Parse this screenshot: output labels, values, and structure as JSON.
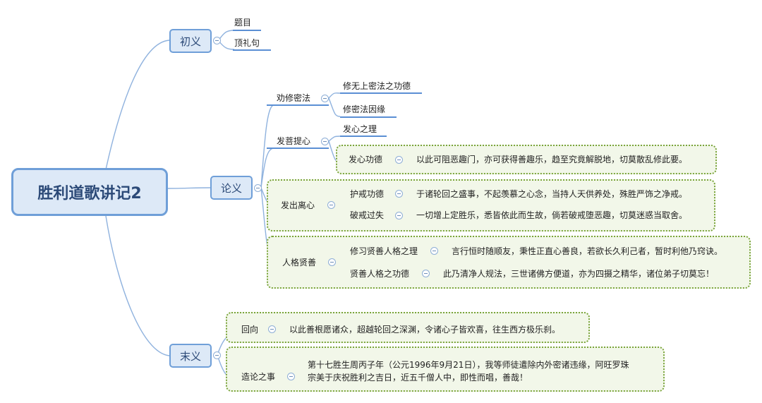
{
  "root": "胜利道歌讲记2",
  "sections": {
    "intro": {
      "label": "初义",
      "children": [
        "题目",
        "顶礼句"
      ]
    },
    "body": {
      "label": "论义",
      "groups": {
        "exhort": {
          "label": "劝修密法",
          "children": [
            "修无上密法之功德",
            "修密法因缘"
          ]
        },
        "bodhi": {
          "label": "发菩提心",
          "reason": "发心之理",
          "merit": {
            "label": "发心功德",
            "text": "以此可阻恶趣门，亦可获得善趣乐，趋至究竟解脱地，切莫散乱修此要。"
          }
        },
        "renounce": {
          "label": "发出离心",
          "items": [
            {
              "label": "护戒功德",
              "text": "于诸轮回之盛事，不起羡慕之心念，当持人天供养处，殊胜严饰之净戒。"
            },
            {
              "label": "破戒过失",
              "text": "一切增上定胜乐，悉皆依此而生故，倘若破戒堕恶趣，切莫迷惑当取舍。"
            }
          ]
        },
        "character": {
          "label": "人格贤善",
          "items": [
            {
              "label": "修习贤善人格之理",
              "text": "言行恒时随顺友，秉性正直心善良，若欲长久利己者，暂时利他乃窍诀。"
            },
            {
              "label": "贤善人格之功德",
              "text": "此乃清净人规法，三世诸佛方便道，亦为四摄之精华，诸位弟子切莫忘！"
            }
          ]
        }
      }
    },
    "conclusion": {
      "label": "末义",
      "dedication": {
        "label": "回向",
        "text": "以此善根愿诸众，超越轮回之深渊，令诸心子皆欢喜，往生西方极乐刹。"
      },
      "origin": {
        "label": "造论之事",
        "line1": "第十七胜生周丙子年（公元1996年9月21日），我等师徒遣除内外密诸违缘，阿旺罗珠",
        "line2": "宗美于庆祝胜利之吉日，近五千僧人中，即性而唱，善哉！"
      }
    }
  },
  "colors": {
    "edge": "#8fb2de",
    "underline": "#5b8fd4",
    "boundary_border": "#7aa43a",
    "boundary_fill": "#f2f7e9",
    "topic_fill": "#dde9f7"
  }
}
